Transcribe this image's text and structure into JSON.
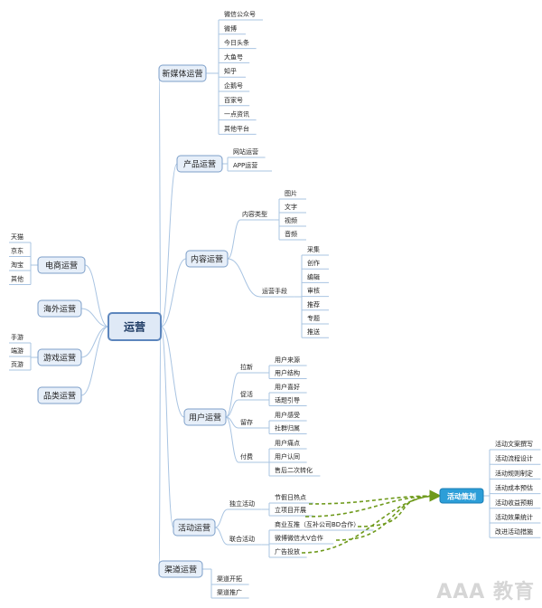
{
  "center": "运营",
  "right_branches": [
    {
      "label": "新媒体运营",
      "leaves": [
        "微信公众号",
        "微博",
        "今日头条",
        "大鱼号",
        "知乎",
        "企鹅号",
        "百家号",
        "一点资讯",
        "其他平台"
      ]
    },
    {
      "label": "产品运营",
      "leaves": [
        "网站运营",
        "APP运营"
      ]
    },
    {
      "label": "内容运营",
      "groups": [
        {
          "label": "内容类型",
          "leaves": [
            "图片",
            "文字",
            "视频",
            "音频"
          ]
        },
        {
          "label": "运营手段",
          "leaves": [
            "采集",
            "创作",
            "编辑",
            "审核",
            "推荐",
            "专题",
            "推送"
          ]
        }
      ]
    },
    {
      "label": "用户运营",
      "groups": [
        {
          "label": "拉新",
          "leaves": [
            "用户来源",
            "用户结构"
          ]
        },
        {
          "label": "促活",
          "leaves": [
            "用户喜好",
            "话题引导"
          ]
        },
        {
          "label": "留存",
          "leaves": [
            "用户感受",
            "社群归属"
          ]
        },
        {
          "label": "付费",
          "leaves": [
            "用户痛点",
            "用户认同",
            "售后二次转化"
          ]
        }
      ]
    },
    {
      "label": "活动运营",
      "groups": [
        {
          "label": "独立活动",
          "leaves": [
            "节假日热点",
            "立项目开展"
          ]
        },
        {
          "label": "联合活动",
          "leaves": [
            "商业互推（互补公司BD合作）",
            "微博微信大V合作",
            "广告投放"
          ]
        }
      ]
    },
    {
      "label": "渠道运营",
      "leaves": [
        "渠道开拓",
        "渠道推广"
      ]
    }
  ],
  "left_branches": [
    {
      "label": "电商运营",
      "leaves": [
        "天猫",
        "京东",
        "淘宝",
        "其他"
      ]
    },
    {
      "label": "海外运营",
      "leaves": []
    },
    {
      "label": "游戏运营",
      "leaves": [
        "手游",
        "端游",
        "页游"
      ]
    },
    {
      "label": "品类运营",
      "leaves": []
    }
  ],
  "floating": {
    "label": "活动策划",
    "leaves": [
      "活动文案撰写",
      "活动流程设计",
      "活动规则制定",
      "活动成本预估",
      "活动收益预期",
      "活动效果统计",
      "改进活动措施"
    ]
  },
  "watermark": "AAA 教育",
  "colors": {
    "line": "#a9c4e2",
    "node_fill": "#e7eff9",
    "node_border": "#7d9fc9",
    "center_border": "#5d86bd",
    "float_fill": "#2c9ed8",
    "dash": "#6f9a1c",
    "text": "#222222"
  }
}
